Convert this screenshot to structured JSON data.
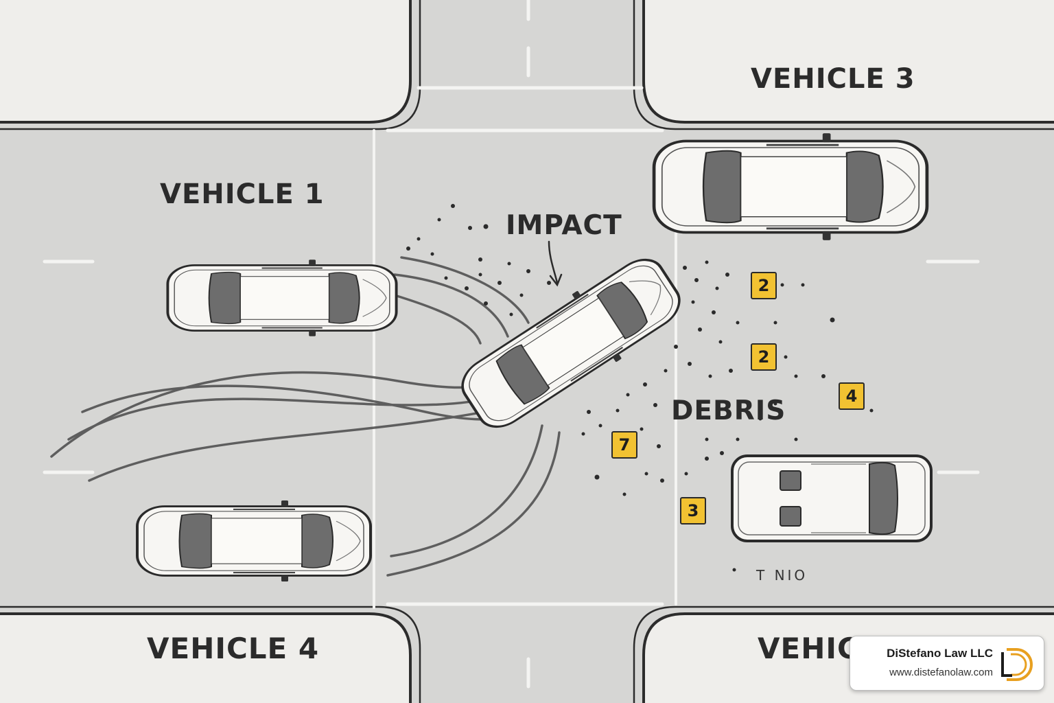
{
  "labels": {
    "vehicle_1": "VEHICLE 1",
    "vehicle_3": "VEHICLE 3",
    "vehicle_4": "VEHICLE 4",
    "vehicle_partial": "VEHICL",
    "impact": "IMPACT",
    "debris": "DEBRIS",
    "handwritten_note": "T NIO"
  },
  "evidence_markers": [
    "2",
    "2",
    "4",
    "7",
    "3"
  ],
  "brand": {
    "name": "DiStefano Law LLC",
    "url": "www.distefanolaw.com",
    "logo_letters": "LD",
    "logo_color": "#e8a020"
  },
  "colors": {
    "road": "#d6d6d4",
    "sidewalk": "#efeeeb",
    "marker_yellow": "#f2c232",
    "ink": "#2b2b2b"
  }
}
